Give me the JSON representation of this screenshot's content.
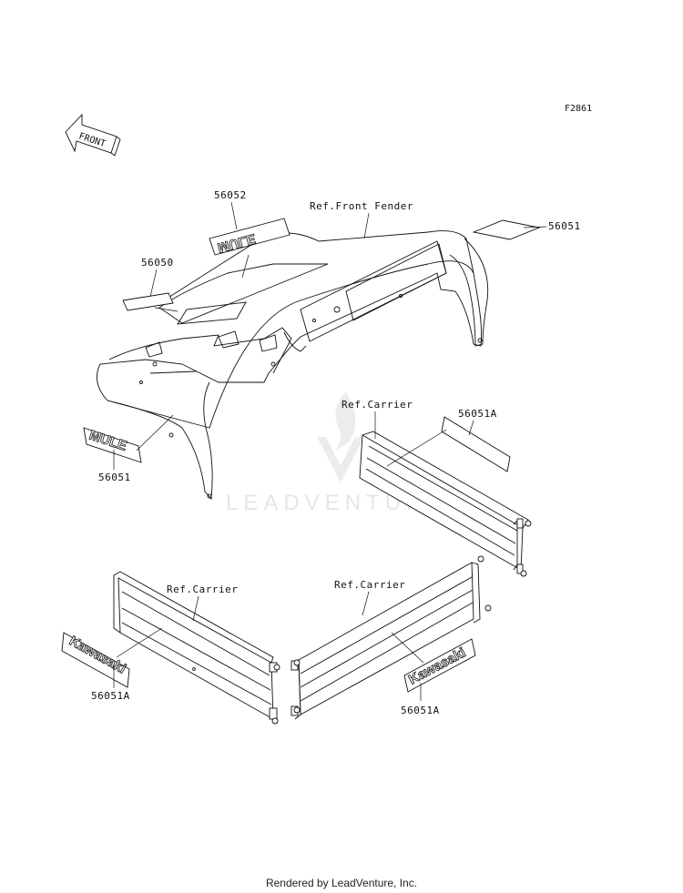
{
  "figure_code": "F2861",
  "front_arrow_label": "FRONT",
  "watermark": "LEADVENTURE",
  "footer": "Rendered by LeadVenture, Inc.",
  "decals": {
    "mule": "MULE",
    "mule_small": "MULE",
    "kawasaki_left": "Kawasaki",
    "kawasaki_right": "Kawasaki"
  },
  "callouts": [
    {
      "id": "p56052",
      "label": "56052"
    },
    {
      "id": "ref_front_fender",
      "label": "Ref.Front Fender"
    },
    {
      "id": "p56051_top",
      "label": "56051"
    },
    {
      "id": "p56050",
      "label": "56050"
    },
    {
      "id": "p56051_bottom",
      "label": "56051"
    },
    {
      "id": "ref_carrier_right",
      "label": "Ref.Carrier"
    },
    {
      "id": "p56051A_right",
      "label": "56051A"
    },
    {
      "id": "ref_carrier_left",
      "label": "Ref.Carrier"
    },
    {
      "id": "ref_carrier_center",
      "label": "Ref.Carrier"
    },
    {
      "id": "p56051A_left",
      "label": "56051A"
    },
    {
      "id": "p56051A_center",
      "label": "56051A"
    }
  ]
}
